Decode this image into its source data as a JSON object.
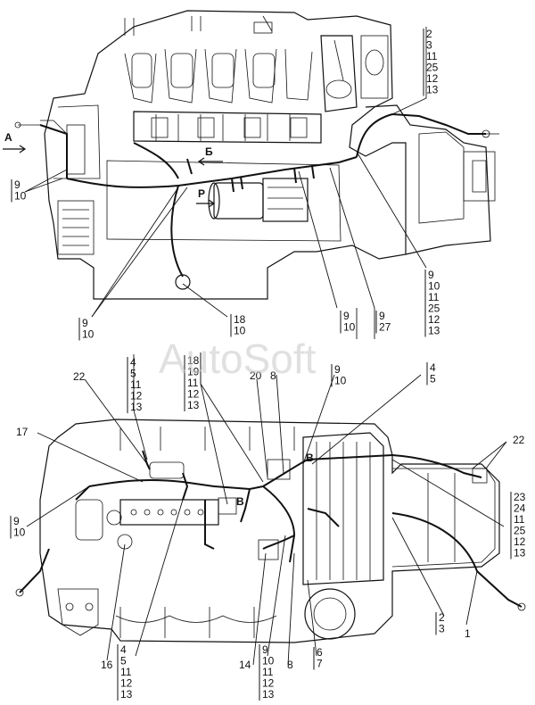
{
  "watermark": "AutoSoft",
  "view_letters": {
    "a": "A",
    "b": "Б",
    "p": "Р",
    "v": "В"
  },
  "callouts_top": {
    "c_right_top": [
      "2",
      "3",
      "11",
      "25",
      "12",
      "13"
    ],
    "c_left_9_10": [
      "9",
      "10"
    ],
    "c_mid_9_10": [
      "9",
      "10"
    ],
    "c_18_10": [
      "18",
      "10"
    ],
    "c_9_10_b": [
      "9",
      "10"
    ],
    "c_9_27": [
      "9",
      "27"
    ],
    "c_right_bottom": [
      "9",
      "10",
      "11",
      "25",
      "12",
      "13"
    ]
  },
  "callouts_bottom": {
    "c_4_13_top": [
      "4",
      "5",
      "11",
      "12",
      "13"
    ],
    "c_18_13": [
      "18",
      "19",
      "11",
      "12",
      "13"
    ],
    "c_22_left": [
      "22"
    ],
    "c_20": [
      "20"
    ],
    "c_8_top": [
      "8"
    ],
    "c_9_10_top": [
      "9",
      "10"
    ],
    "c_4_5_right": [
      "4",
      "5"
    ],
    "c_17": [
      "17"
    ],
    "c_22_right": [
      "22"
    ],
    "c_9_10_left": [
      "9",
      "10"
    ],
    "c_23_13": [
      "23",
      "24",
      "11",
      "25",
      "12",
      "13"
    ],
    "c_16": [
      "16"
    ],
    "c_4_13_bottom": [
      "4",
      "5",
      "11",
      "12",
      "13"
    ],
    "c_14": [
      "14"
    ],
    "c_9_13_bottom": [
      "9",
      "10",
      "11",
      "12",
      "13"
    ],
    "c_8_bottom": [
      "8"
    ],
    "c_6_7": [
      "6",
      "7"
    ],
    "c_2_3": [
      "2",
      "3"
    ],
    "c_1": [
      "1"
    ]
  }
}
